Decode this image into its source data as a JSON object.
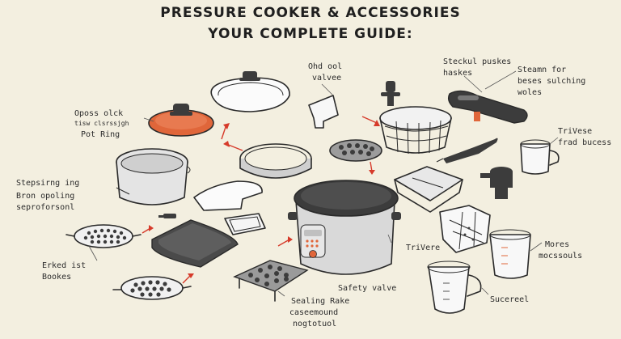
{
  "title": {
    "line1": "PRESSURE COOKER & ACCESSORIES",
    "line2": "YOUR COMPLETE GUIDE:"
  },
  "labels": {
    "ohd_ool": "Ohd ool",
    "valvee": "valvee",
    "steckul": "Steckul puskes",
    "haskes": "haskes",
    "steamn_for": "Steamn for",
    "beses": "beses sulching",
    "woles": "woles",
    "oposs": "Oposs olck",
    "ssw": "tisw clsrssjgh",
    "pot_ring": "Pot Ring",
    "trivese": "TriVese",
    "frad_bucess": "frad bucess",
    "stepsirng": "Stepsirng ing",
    "bron": "Bron opoling",
    "seproforsonl": "seproforsonl",
    "trivere": "TriVere",
    "mores": "Mores",
    "mocssouls": "mocssouls",
    "erked": "Erked ist",
    "bookes": "Bookes",
    "safety_valve": "Safety valve",
    "sucereel": "Sucereel",
    "sealing_rake": "Sealing Rake",
    "caseemound": "caseemound",
    "nogtotuol": "nogtotuol"
  },
  "colors": {
    "background": "#f3efe0",
    "accent_orange": "#e0663a",
    "arrow_red": "#d63a2a",
    "lid_dark": "#3c3c3c",
    "steel": "#d9d9d9"
  }
}
